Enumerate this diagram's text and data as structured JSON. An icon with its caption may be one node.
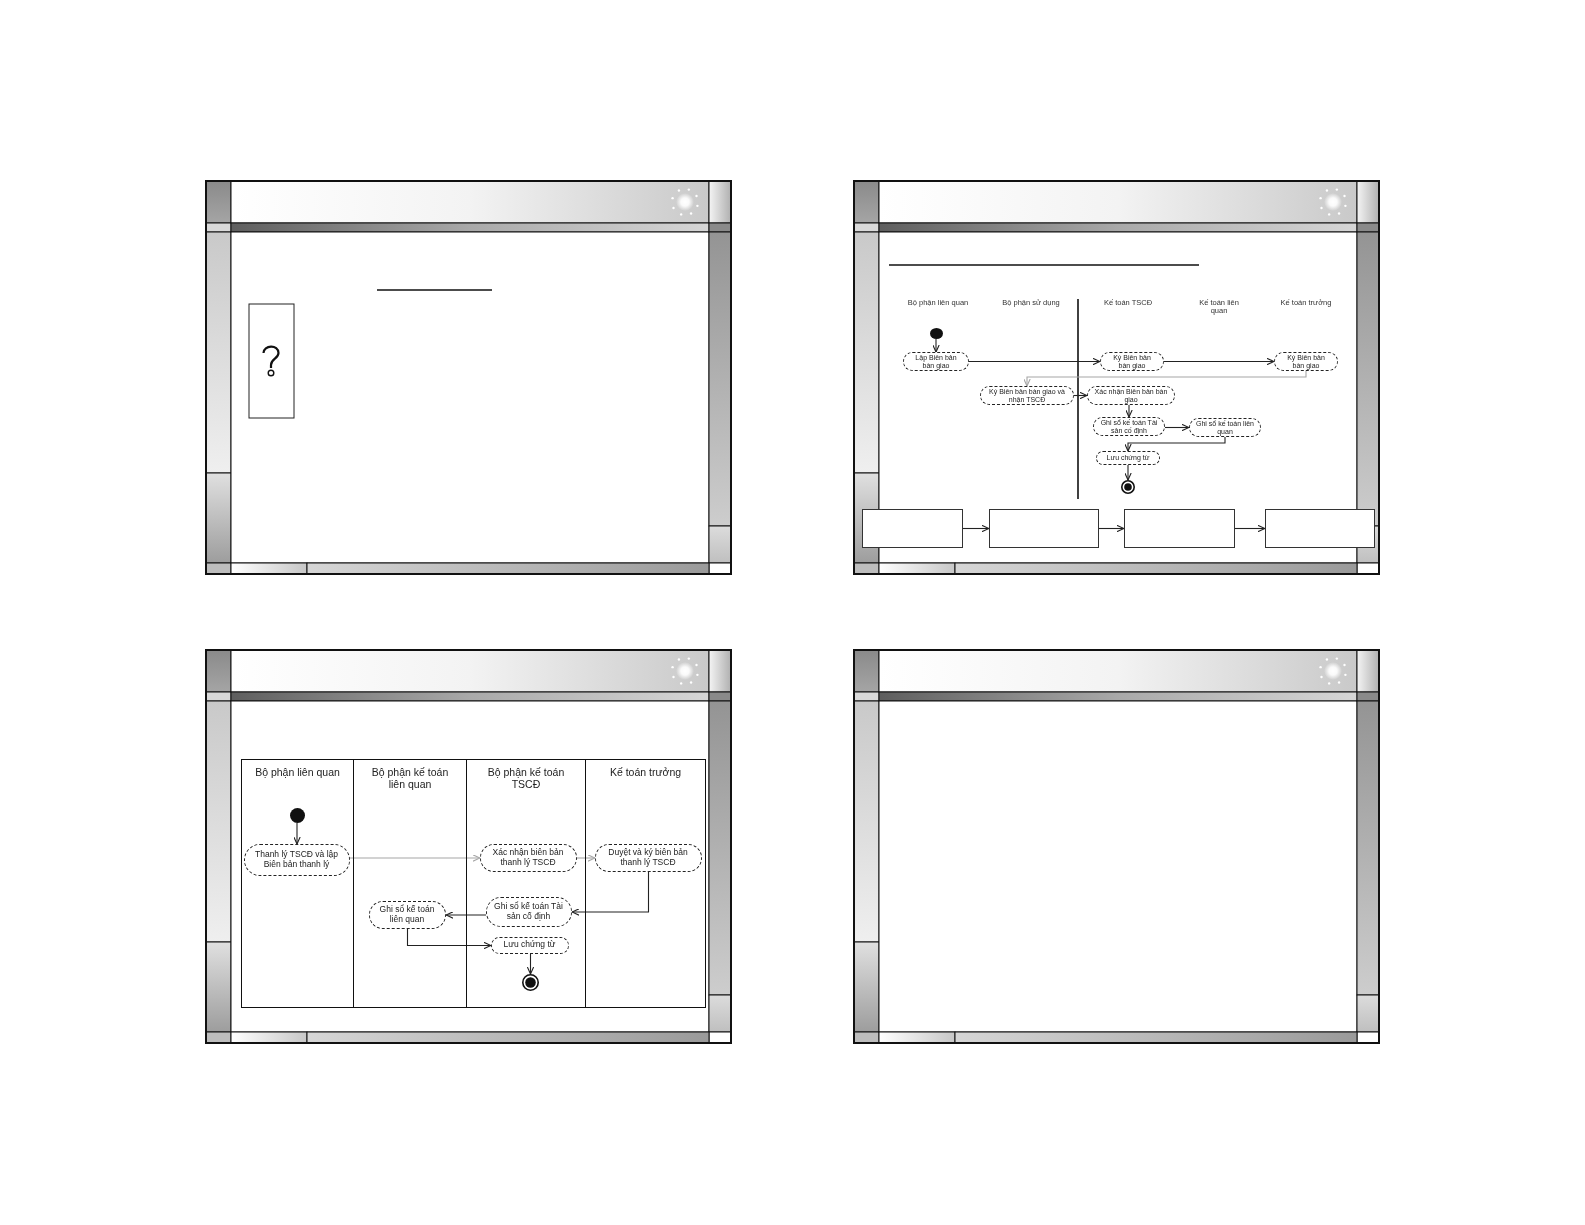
{
  "diagram": {
    "nodes": [
      {
        "text": [],
        "shape": "circle"
      },
      {
        "text": [
          "Lập Biên bản bàn giao"
        ]
      },
      {
        "text": [
          "Ký Biên bản bàn giao"
        ]
      },
      {
        "text": [
          "Ký Biên bản bàn giao"
        ]
      },
      {
        "text": [
          "Ký Biên bản bàn giao và nhận TSCĐ"
        ]
      },
      {
        "text": [
          "Xác nhận Biên bản bàn giao"
        ]
      },
      {
        "text": [
          "Ghi sổ kế toán Tài sản cố định"
        ]
      },
      {
        "text": [
          "Ghi sổ kế toán liên quan"
        ]
      },
      {
        "text": [
          "Lưu chứng từ"
        ]
      },
      {
        "text": [],
        "shape": "circle"
      },
      {
        "text": [],
        "shape": "box"
      },
      {
        "text": [],
        "shape": "box"
      },
      {
        "text": [],
        "shape": "box"
      },
      {
        "text": [],
        "shape": "box"
      },
      {
        "text": [
          "Bộ phận liên quan"
        ]
      },
      {
        "text": [
          "Bộ phận kế toán liên quan"
        ]
      },
      {
        "text": [
          "Bộ phận kế toán TSCĐ"
        ]
      },
      {
        "text": [
          "Kế toán trưởng"
        ]
      },
      {
        "text": [],
        "shape": "circle",
        "in": 14
      },
      {
        "text": [
          "Thanh lý TSCĐ và lập Biên bản thanh lý"
        ],
        "in": 14
      },
      {
        "text": [
          "Xác nhận biên bản thanh lý TSCĐ"
        ],
        "in": 16
      },
      {
        "text": [
          "Duyệt và ký biên bản thanh lý TSCĐ"
        ],
        "in": 17
      },
      {
        "text": [
          "Ghi sổ kế toán liên quan"
        ],
        "in": 15
      },
      {
        "text": [
          "Ghi sổ kế toán Tài sản cố định"
        ],
        "in": 16
      },
      {
        "text": [
          "Lưu chứng từ"
        ],
        "in": 16
      },
      {
        "text": [],
        "shape": "circle",
        "in": 16
      }
    ],
    "edges": [
      {
        "from": 0,
        "to": 1,
        "arrow": "to"
      },
      {
        "from": 1,
        "to": 2,
        "arrow": "to"
      },
      {
        "from": 2,
        "to": 3,
        "arrow": "to"
      },
      {
        "from": 3,
        "to": 4,
        "arrow": "to",
        "color": "#a6a6a6"
      },
      {
        "from": 4,
        "to": 5,
        "arrow": "to"
      },
      {
        "from": 5,
        "to": 6,
        "arrow": "to"
      },
      {
        "from": 6,
        "to": 7,
        "arrow": "to"
      },
      {
        "from": 7,
        "to": 8,
        "arrow": "to"
      },
      {
        "from": 8,
        "to": 9,
        "arrow": "to"
      },
      {
        "from": 10,
        "to": 11,
        "arrow": "to"
      },
      {
        "from": 11,
        "to": 12,
        "arrow": "to"
      },
      {
        "from": 12,
        "to": 13,
        "arrow": "to"
      },
      {
        "from": 18,
        "to": 19,
        "arrow": "to"
      },
      {
        "from": 19,
        "to": 20,
        "arrow": "to",
        "color": "#a6a6a6"
      },
      {
        "from": 20,
        "to": 21,
        "arrow": "to",
        "color": "#a6a6a6"
      },
      {
        "from": 21,
        "to": 23,
        "arrow": "to"
      },
      {
        "from": 23,
        "to": 22,
        "arrow": "to"
      },
      {
        "from": 22,
        "to": 24,
        "arrow": "to"
      },
      {
        "from": 24,
        "to": 25,
        "arrow": "to"
      }
    ],
    "labels": [
      "Bộ phận liên quan",
      "Bộ phận sử dụng",
      "Kế toán TSCĐ",
      "Kế toán liên quan",
      "Kế toán trưởng"
    ]
  }
}
